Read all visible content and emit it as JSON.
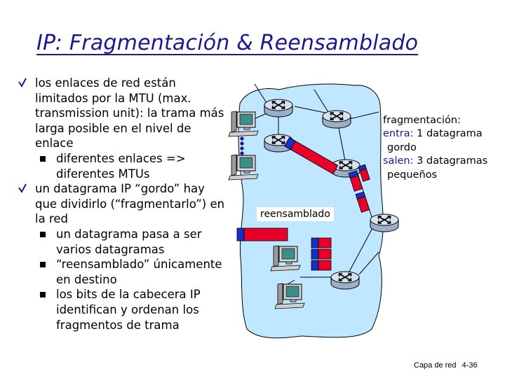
{
  "slide": {
    "title": "IP: Fragmentación & Reensamblado",
    "bullets": [
      {
        "text": "los enlaces de red están limitados por la MTU (max. transmission unit): la trama más larga posible en el nivel de enlace",
        "subs": [
          "diferentes enlaces => diferentes MTUs"
        ]
      },
      {
        "text": "un datagrama IP “gordo” hay que dividirlo (“fragmentarlo”) en la red",
        "subs": [
          "un datagrama pasa a ser varios datagramas",
          "“reensamblado” únicamente en destino",
          "los bits de la cabecera IP identifican y ordenan los fragmentos de trama"
        ]
      }
    ]
  },
  "diagram": {
    "fragmentation_label": "fragmentación:",
    "in_label": "entra:",
    "in_text": "1 datagrama",
    "in_text2": "gordo",
    "out_label": "salen:",
    "out_text": "3 datagramas",
    "out_text2": "pequeños",
    "reassembly_label": "reensamblado",
    "cloud_color": "#bfe7ff",
    "highlight_color": "#1a1a8f",
    "fragment_colors": [
      "#e8002a",
      "#1530c8"
    ]
  },
  "footer": {
    "chapter": "Capa de red",
    "page": "4-36"
  }
}
